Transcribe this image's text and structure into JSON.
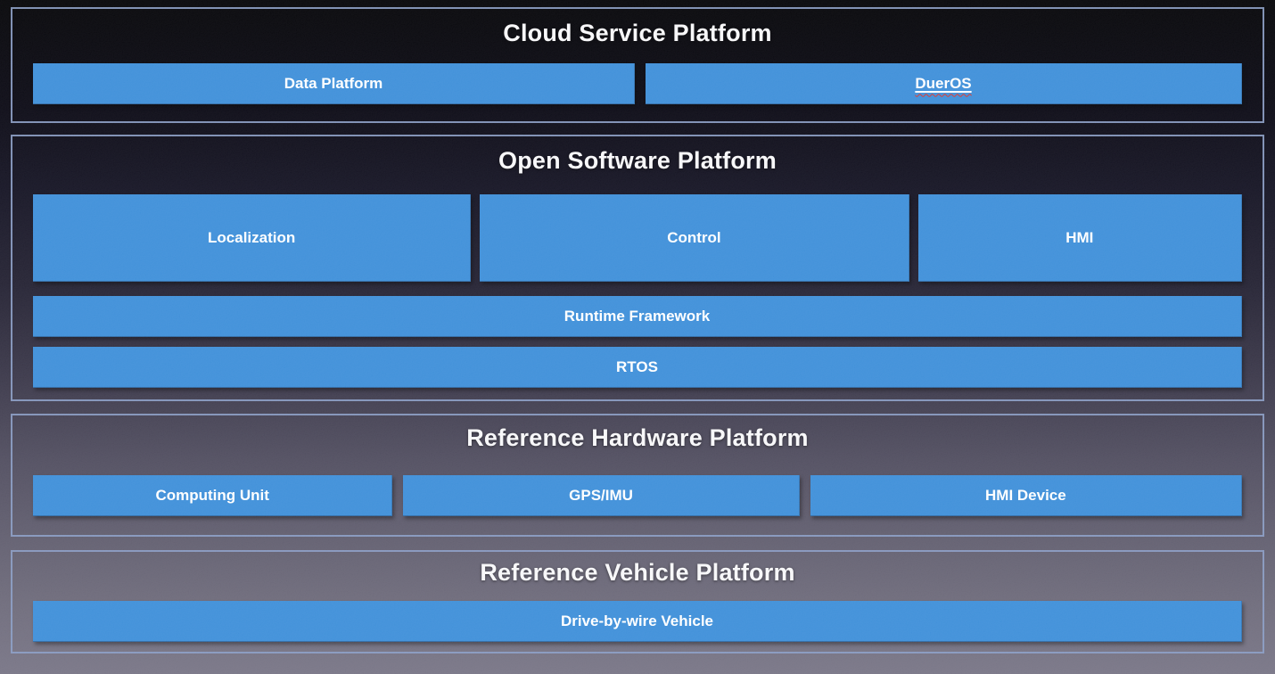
{
  "diagram": {
    "sections": [
      {
        "title": "Cloud Service Platform",
        "boxes": [
          {
            "label": "Data Platform"
          },
          {
            "label": "DuerOS",
            "note": "shown with spell-check wavy underline"
          }
        ]
      },
      {
        "title": "Open Software Platform",
        "modules": [
          {
            "label": "Localization"
          },
          {
            "label": "Control"
          },
          {
            "label": "HMI"
          }
        ],
        "layers": [
          {
            "label": "Runtime Framework"
          },
          {
            "label": "RTOS"
          }
        ]
      },
      {
        "title": "Reference Hardware Platform",
        "boxes": [
          {
            "label": "Computing Unit"
          },
          {
            "label": "GPS/IMU"
          },
          {
            "label": "HMI Device"
          }
        ]
      },
      {
        "title": "Reference Vehicle Platform",
        "boxes": [
          {
            "label": "Drive-by-wire Vehicle"
          }
        ]
      }
    ],
    "colors": {
      "box_blue": "#3E8FD9",
      "section_border": "#8A9CC4",
      "background_top": "#040407",
      "background_bottom": "#787586",
      "label_text": "#FFFFFF",
      "title_text": "#F7F7F9",
      "spellcheck_underline": "#E0352B"
    }
  }
}
